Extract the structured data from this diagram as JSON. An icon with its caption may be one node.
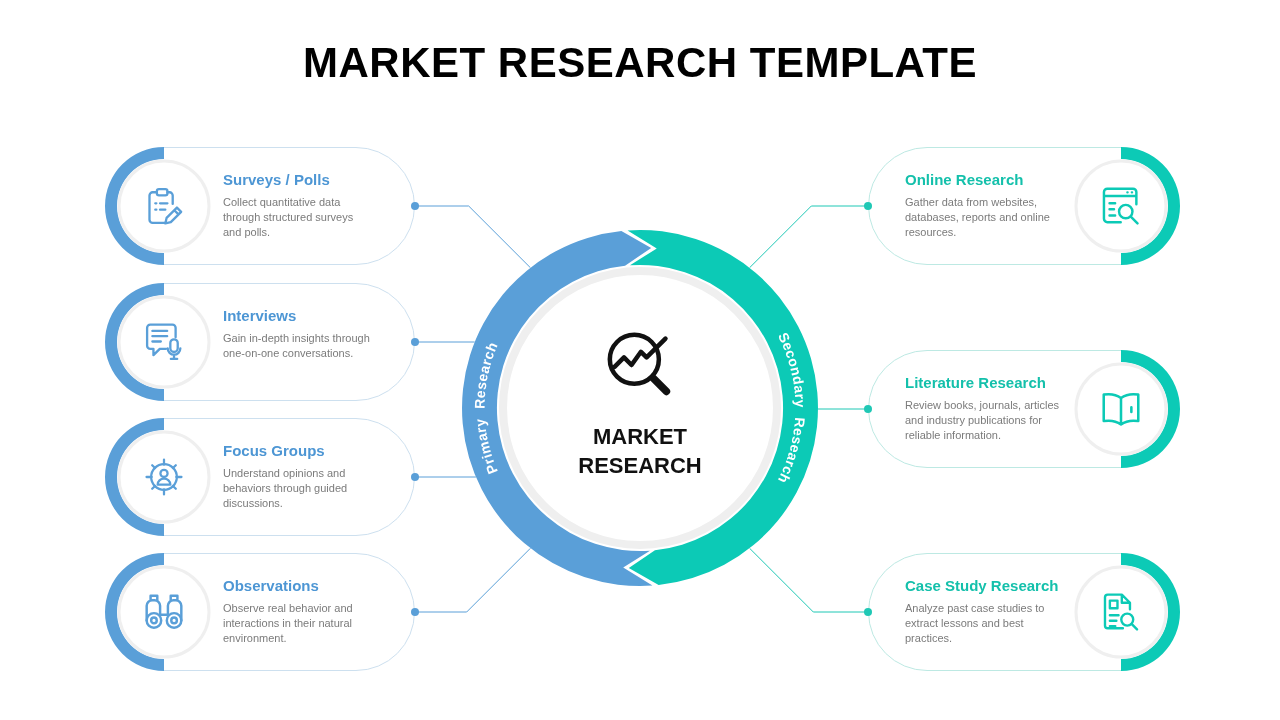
{
  "diagram": {
    "title": "MARKET RESEARCH TEMPLATE",
    "nodes": [
      {
        "text": [
          "MARKET RESEARCH"
        ]
      },
      {
        "text": [
          "Primary Research"
        ]
      },
      {
        "text": [
          "Secondary Research"
        ]
      },
      {
        "text": [
          "Surveys / Polls",
          "Collect quantitative data through structured surveys and polls."
        ]
      },
      {
        "text": [
          "Interviews",
          "Gain in-depth insights through one-on-one conversations."
        ]
      },
      {
        "text": [
          "Focus Groups",
          "Understand opinions and behaviors through guided discussions."
        ]
      },
      {
        "text": [
          "Observations",
          "Observe real behavior and interactions in their natural environment."
        ]
      },
      {
        "text": [
          "Online Research",
          "Gather data from websites, databases, reports and online resources."
        ]
      },
      {
        "text": [
          "Literature Research",
          "Review books, journals, articles and industry publications for reliable information."
        ]
      },
      {
        "text": [
          "Case Study Research",
          "Analyze past case studies to extract lessons and best practices."
        ]
      }
    ],
    "edges": [
      {
        "from": 3,
        "to": 1,
        "arrow": "other"
      },
      {
        "from": 4,
        "to": 1,
        "arrow": "other"
      },
      {
        "from": 5,
        "to": 1,
        "arrow": "other"
      },
      {
        "from": 6,
        "to": 1,
        "arrow": "other"
      },
      {
        "from": 7,
        "to": 2,
        "arrow": "other",
        "color": "#1fc8b5"
      },
      {
        "from": 8,
        "to": 2,
        "arrow": "other",
        "color": "#1fc8b5"
      },
      {
        "from": 9,
        "to": 2,
        "arrow": "other",
        "color": "#1fc8b5"
      }
    ]
  }
}
